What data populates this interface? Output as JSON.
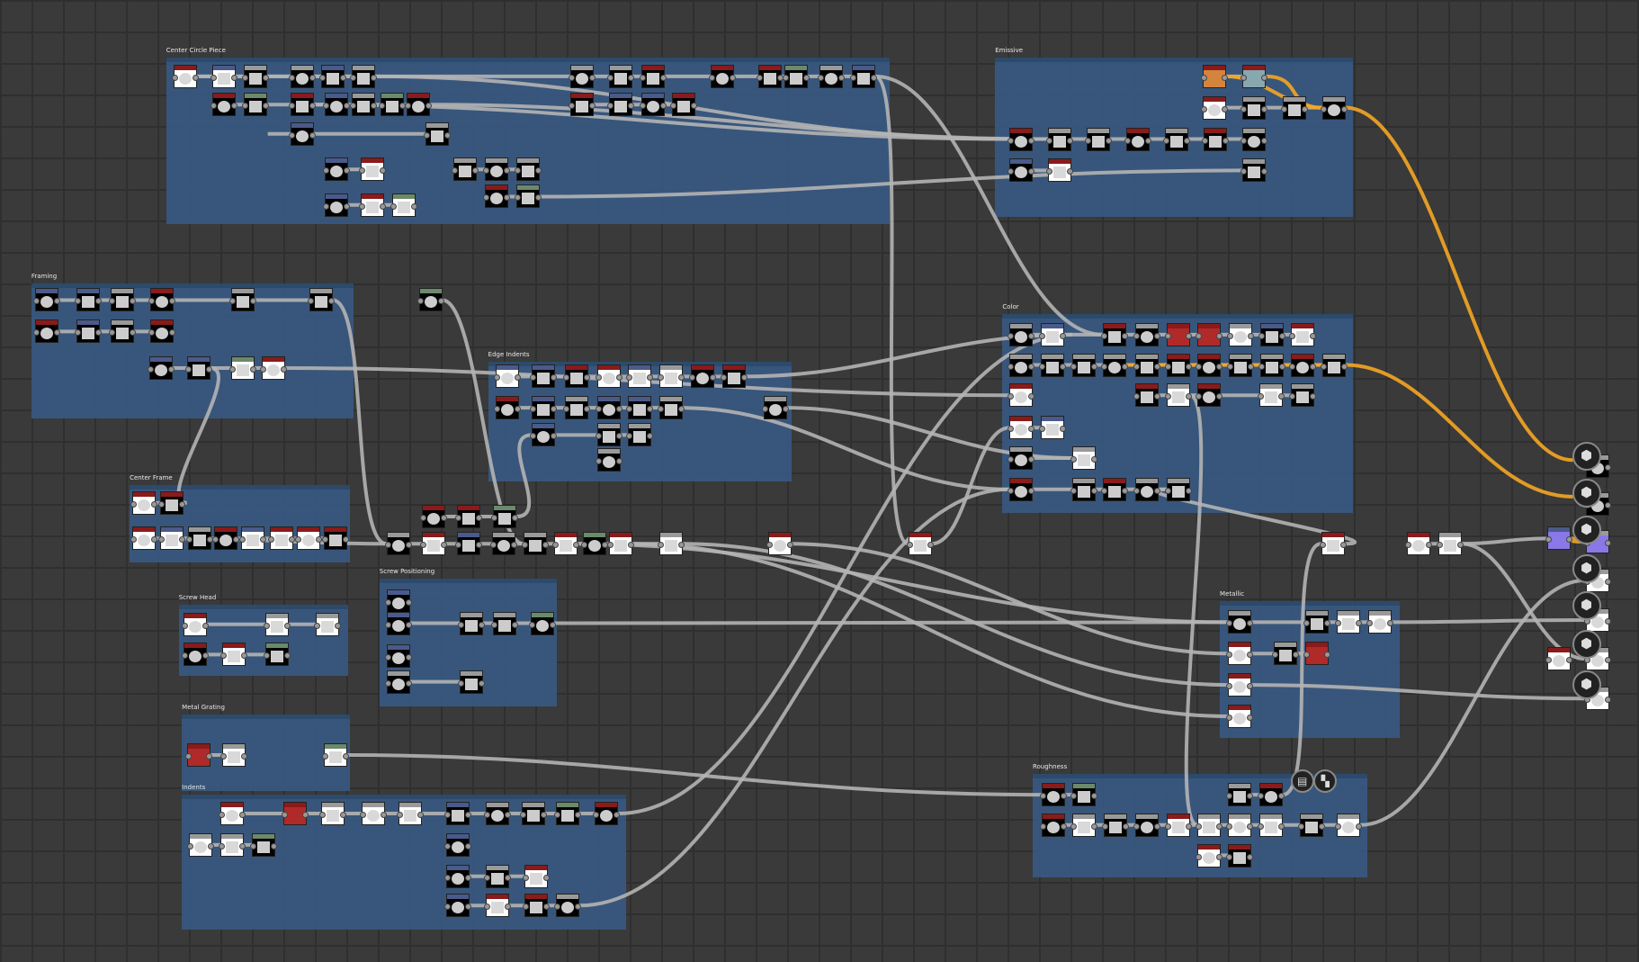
{
  "frames": [
    {
      "id": "center-circle-piece",
      "title": "Center Circle Piece"
    },
    {
      "id": "emissive",
      "title": "Emissive"
    },
    {
      "id": "framing",
      "title": "Framing"
    },
    {
      "id": "edge-indents",
      "title": "Edge Indents"
    },
    {
      "id": "color",
      "title": "Color"
    },
    {
      "id": "center-frame",
      "title": "Center Frame"
    },
    {
      "id": "screw-head",
      "title": "Screw Head"
    },
    {
      "id": "screw-positioning",
      "title": "Screw Positioning"
    },
    {
      "id": "metallic",
      "title": "Metallic"
    },
    {
      "id": "metal-grating",
      "title": "Metal Grating"
    },
    {
      "id": "indents",
      "title": "Indents"
    },
    {
      "id": "roughness",
      "title": "Roughness"
    }
  ],
  "colors": {
    "frame": "#385c87",
    "wire": "#b4b4b4",
    "wire_active": "#f5a623",
    "header_red": "#8b1a1a",
    "header_blue": "#4a5a8a",
    "header_gray": "#9a9a9a",
    "header_green": "#6a8a6a"
  },
  "outputs": [
    {
      "icon": "cube-icon"
    },
    {
      "icon": "cube-icon"
    },
    {
      "icon": "cube-icon"
    },
    {
      "icon": "cube-icon"
    },
    {
      "icon": "cube-icon"
    },
    {
      "icon": "cube-icon"
    },
    {
      "icon": "cube-icon"
    }
  ],
  "roughness_tools": [
    {
      "icon": "document-icon",
      "glyph": "▤"
    },
    {
      "icon": "checker-icon",
      "glyph": "▚"
    }
  ]
}
